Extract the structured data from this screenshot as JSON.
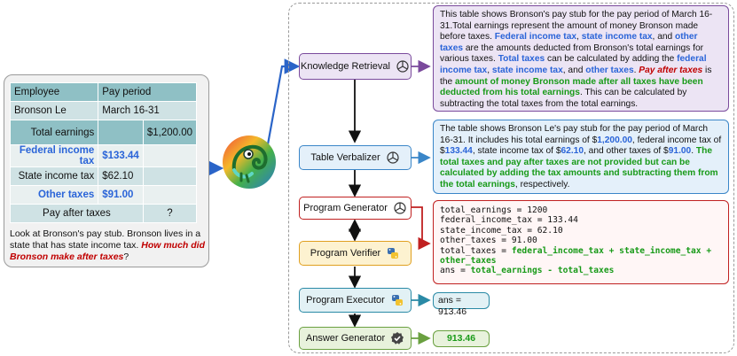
{
  "table": {
    "rows": [
      [
        "Employee",
        "Pay period",
        ""
      ],
      [
        "Bronson Le",
        "March 16-31",
        ""
      ],
      [
        "Total earnings",
        "",
        "$1,200.00"
      ],
      [
        "Federal income tax",
        "$133.44",
        ""
      ],
      [
        "State income tax",
        "$62.10",
        ""
      ],
      [
        "Other taxes",
        "$91.00",
        ""
      ],
      [
        "Pay after taxes",
        "",
        "?"
      ]
    ]
  },
  "question": {
    "context": "Look at Bronson's pay stub. Bronson lives in a state that has state income tax.",
    "query": "How much did Bronson make after taxes",
    "end": "?"
  },
  "modules": {
    "knowledge_retrieval": "Knowledge Retrieval",
    "table_verbalizer": "Table Verbalizer",
    "program_generator": "Program Generator",
    "program_verifier": "Program Verifier",
    "program_executor": "Program Executor",
    "answer_generator": "Answer Generator"
  },
  "knowledge_text": [
    {
      "t": "This table shows Bronson's pay stub for the pay period of March 16-31.Total earnings represent the amount of money Bronson made before taxes. ",
      "s": ""
    },
    {
      "t": "Federal income tax",
      "s": "b"
    },
    {
      "t": ", ",
      "s": ""
    },
    {
      "t": "state income tax",
      "s": "b"
    },
    {
      "t": ", and ",
      "s": ""
    },
    {
      "t": "other taxes",
      "s": "b"
    },
    {
      "t": " are the amounts deducted from Bronson's total earnings for various taxes. ",
      "s": ""
    },
    {
      "t": "Total taxes",
      "s": "b"
    },
    {
      "t": " can be calculated by adding the ",
      "s": ""
    },
    {
      "t": "federal income tax",
      "s": "b"
    },
    {
      "t": ", ",
      "s": ""
    },
    {
      "t": "state income tax",
      "s": "b"
    },
    {
      "t": ", and ",
      "s": ""
    },
    {
      "t": "other taxes",
      "s": "b"
    },
    {
      "t": ". ",
      "s": ""
    },
    {
      "t": "Pay after taxes",
      "s": "red"
    },
    {
      "t": " is the ",
      "s": ""
    },
    {
      "t": "amount of money Bronson made after all taxes have been deducted from his total earnings",
      "s": "g"
    },
    {
      "t": ". This can be calculated by subtracting the total taxes from the total earnings.",
      "s": ""
    }
  ],
  "verbalizer_text": [
    {
      "t": "The table shows Bronson Le's pay stub for the pay period of March 16-31. It includes his total earnings of $",
      "s": ""
    },
    {
      "t": "1,200.00",
      "s": "b"
    },
    {
      "t": ", federal income tax of $",
      "s": ""
    },
    {
      "t": "133.44",
      "s": "b"
    },
    {
      "t": ", state income tax of $",
      "s": ""
    },
    {
      "t": "62.10",
      "s": "b"
    },
    {
      "t": ", and other taxes of $",
      "s": ""
    },
    {
      "t": "91.00",
      "s": "b"
    },
    {
      "t": ". ",
      "s": ""
    },
    {
      "t": "The total taxes and pay after taxes are not provided but can be calculated by adding the tax amounts and subtracting them from the total earnings",
      "s": "g"
    },
    {
      "t": ", respectively.",
      "s": ""
    }
  ],
  "program_lines": [
    [
      {
        "t": "total_earnings = 1200",
        "s": ""
      }
    ],
    [
      {
        "t": "federal_income_tax = 133.44",
        "s": ""
      }
    ],
    [
      {
        "t": "state_income_tax = 62.10",
        "s": ""
      }
    ],
    [
      {
        "t": "other_taxes = 91.00",
        "s": ""
      }
    ],
    [
      {
        "t": "total_taxes = ",
        "s": ""
      },
      {
        "t": "federal_income_tax + state_income_tax +",
        "s": "cg"
      }
    ],
    [
      {
        "t": "other_taxes",
        "s": "cg"
      }
    ],
    [
      {
        "t": "ans = ",
        "s": ""
      },
      {
        "t": "total_earnings - total_taxes",
        "s": "cg"
      }
    ]
  ],
  "executor_output": "ans = 913.46",
  "final_answer": "913.46",
  "colors": {
    "knowledge": {
      "border": "#7a4a9c",
      "fill": "#ece4f4"
    },
    "verbalizer": {
      "border": "#3a86c8",
      "fill": "#e4f0fa"
    },
    "generator": {
      "border": "#c02020",
      "fill": "#ffffff"
    },
    "verifier": {
      "border": "#e0a020",
      "fill": "#fdf2d0"
    },
    "executor": {
      "border": "#2a8aa6",
      "fill": "#e2f1f5"
    },
    "answer": {
      "border": "#6aa040",
      "fill": "#e8f2dc"
    }
  },
  "icons": {
    "openai": "openai-logo-icon",
    "python": "python-logo-icon",
    "verify": "check-badge-icon",
    "chameleon": "chameleon-icon"
  }
}
